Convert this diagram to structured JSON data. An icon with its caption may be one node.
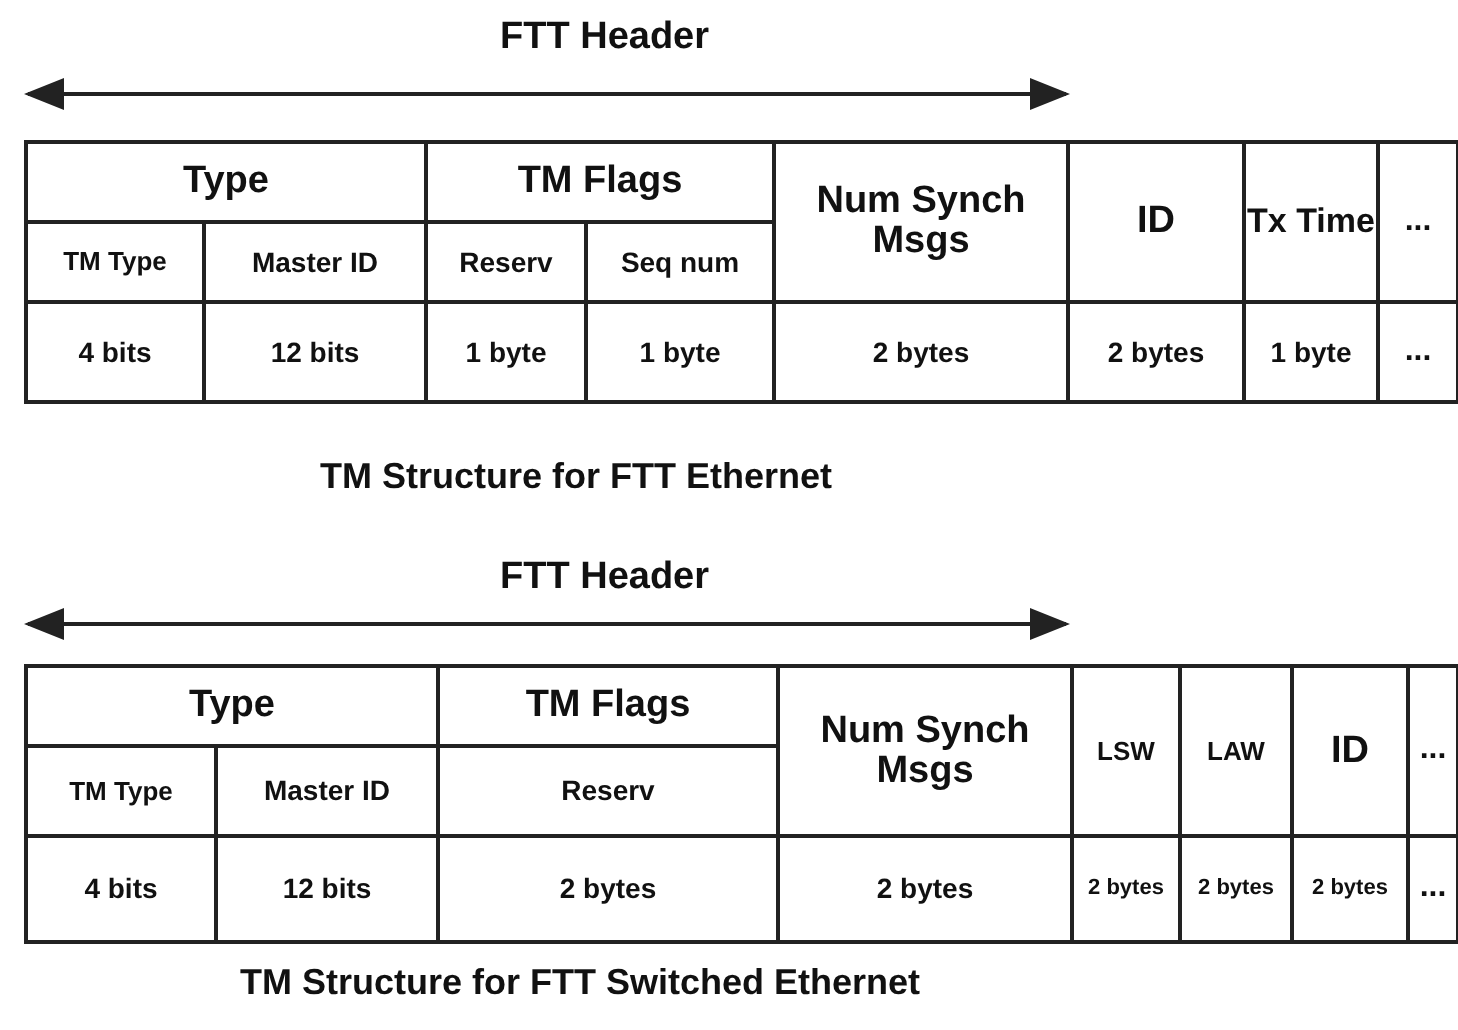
{
  "diagram": {
    "labels": [
      "FTT Header",
      "Type",
      "TM Flags",
      "Num Synch Msgs",
      "ID",
      "Tx Time",
      "...",
      "TM Type",
      "Master ID",
      "Reserv",
      "Seq num",
      "4 bits",
      "12 bits",
      "1 byte",
      "1 byte",
      "2 bytes",
      "2 bytes",
      "1 byte",
      "...",
      "TM Structure for FTT Ethernet",
      "FTT Header",
      "Type",
      "TM Flags",
      "Num Synch Msgs",
      "LSW",
      "LAW",
      "ID",
      "...",
      "TM Type",
      "Master ID",
      "Reserv",
      "4 bits",
      "12 bits",
      "2 bytes",
      "2 bytes",
      "2 bytes",
      "2 bytes",
      "2 bytes",
      "...",
      "TM Structure for FTT Switched Ethernet"
    ]
  }
}
